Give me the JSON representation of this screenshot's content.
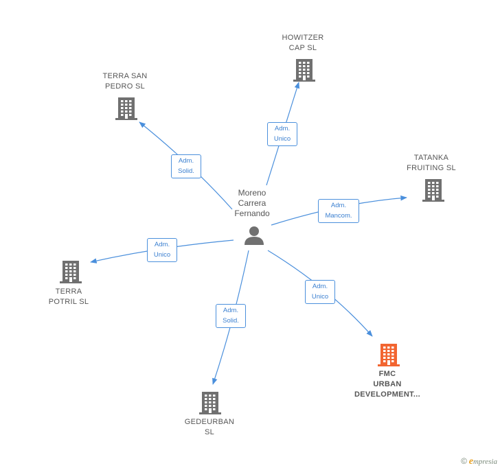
{
  "center": {
    "name_lines": [
      "Moreno",
      "Carrera",
      "Fernando"
    ],
    "icon": "person-icon"
  },
  "companies": [
    {
      "id": "howitzer",
      "lines": [
        "HOWITZER",
        "CAP  SL"
      ],
      "highlight": false
    },
    {
      "id": "terra-san-pedro",
      "lines": [
        "TERRA SAN",
        "PEDRO  SL"
      ],
      "highlight": false
    },
    {
      "id": "tatanka",
      "lines": [
        "TATANKA",
        "FRUITING  SL"
      ],
      "highlight": false
    },
    {
      "id": "terra-potril",
      "lines": [
        "TERRA",
        "POTRIL  SL"
      ],
      "highlight": false
    },
    {
      "id": "gedeurban",
      "lines": [
        "GEDEURBAN",
        "SL"
      ],
      "highlight": false
    },
    {
      "id": "fmc",
      "lines": [
        "FMC",
        "URBAN",
        "DEVELOPMENT..."
      ],
      "highlight": true
    }
  ],
  "edges": [
    {
      "to": "howitzer",
      "lines": [
        "Adm.",
        "Unico"
      ]
    },
    {
      "to": "terra-san-pedro",
      "lines": [
        "Adm.",
        "Solid."
      ]
    },
    {
      "to": "tatanka",
      "lines": [
        "Adm.",
        "Mancom."
      ]
    },
    {
      "to": "terra-potril",
      "lines": [
        "Adm.",
        "Unico"
      ]
    },
    {
      "to": "gedeurban",
      "lines": [
        "Adm.",
        "Solid."
      ]
    },
    {
      "to": "fmc",
      "lines": [
        "Adm.",
        "Unico"
      ]
    }
  ],
  "colors": {
    "edge": "#4a8fdc",
    "building": "#707070",
    "building_highlight": "#f26531",
    "person": "#707070"
  },
  "footer": {
    "symbol": "©",
    "brand_initial": "e",
    "brand_rest": "mpresia"
  }
}
